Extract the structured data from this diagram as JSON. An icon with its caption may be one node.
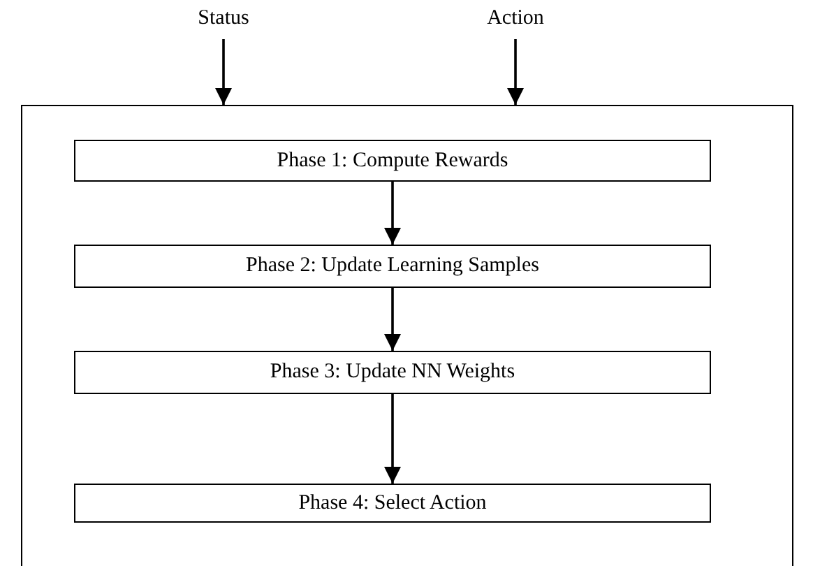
{
  "diagram": {
    "nodes": [
      {
        "text": [
          "Status"
        ]
      },
      {
        "text": [
          "Action"
        ]
      },
      {
        "text": [],
        "shape": "box"
      },
      {
        "text": [
          "Phase 1: Compute Rewards"
        ],
        "in": 2
      },
      {
        "text": [
          "Phase 2: Update Learning Samples"
        ],
        "in": 2
      },
      {
        "text": [
          "Phase 3: Update NN Weights"
        ],
        "in": 2
      },
      {
        "text": [
          "Phase 4: Select Action"
        ],
        "in": 2
      }
    ],
    "edges": [
      {
        "from": 0,
        "to": 2,
        "arrow": "to"
      },
      {
        "from": 1,
        "to": 2,
        "arrow": "to"
      },
      {
        "from": 3,
        "to": 4,
        "arrow": "to"
      },
      {
        "from": 4,
        "to": 5,
        "arrow": "to"
      },
      {
        "from": 5,
        "to": 6,
        "arrow": "to"
      }
    ]
  }
}
